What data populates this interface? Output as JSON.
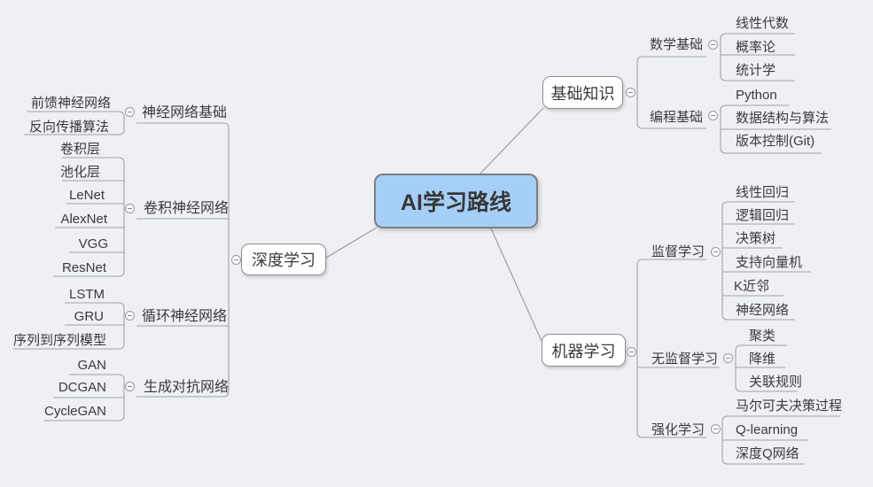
{
  "root": {
    "label": "AI学习路线"
  },
  "branches": {
    "basics": {
      "label": "基础知识",
      "children": {
        "math": {
          "label": "数学基础",
          "items": [
            "线性代数",
            "概率论",
            "统计学"
          ]
        },
        "programming": {
          "label": "编程基础",
          "items": [
            "Python",
            "数据结构与算法",
            "版本控制(Git)"
          ]
        }
      }
    },
    "machine_learning": {
      "label": "机器学习",
      "children": {
        "supervised": {
          "label": "监督学习",
          "items": [
            "线性回归",
            "逻辑回归",
            "决策树",
            "支持向量机",
            "K近邻",
            "神经网络"
          ]
        },
        "unsupervised": {
          "label": "无监督学习",
          "items": [
            "聚类",
            "降维",
            "关联规则"
          ]
        },
        "reinforcement": {
          "label": "强化学习",
          "items": [
            "马尔可夫决策过程",
            "Q-learning",
            "深度Q网络"
          ]
        }
      }
    },
    "deep_learning": {
      "label": "深度学习",
      "children": {
        "nn_basics": {
          "label": "神经网络基础",
          "items": [
            "前馈神经网络",
            "反向传播算法"
          ]
        },
        "cnn": {
          "label": "卷积神经网络",
          "items": [
            "卷积层",
            "池化层",
            "LeNet",
            "AlexNet",
            "VGG",
            "ResNet"
          ]
        },
        "rnn": {
          "label": "循环神经网络",
          "items": [
            "LSTM",
            "GRU",
            "序列到序列模型"
          ]
        },
        "gan": {
          "label": "生成对抗网络",
          "items": [
            "GAN",
            "DCGAN",
            "CycleGAN"
          ]
        }
      }
    }
  },
  "colors": {
    "background": "#eef0f4",
    "center_fill": "#a6cff7",
    "node_fill": "#ffffff",
    "line": "#9e9e9e",
    "text": "#3a3a3a"
  }
}
